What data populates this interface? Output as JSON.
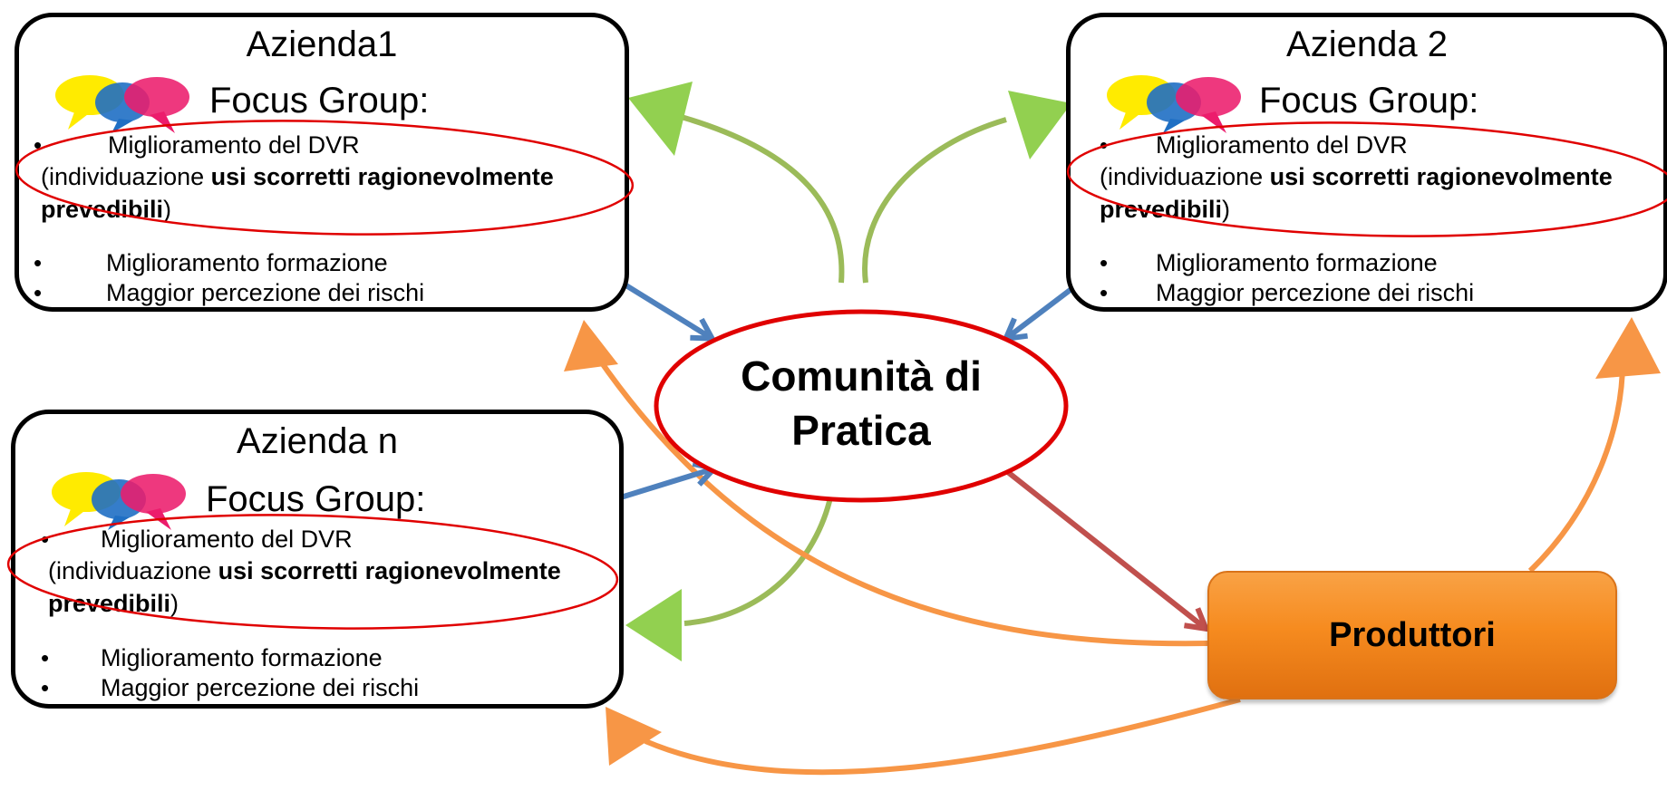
{
  "colors": {
    "blue_arrow": "#4f81bd",
    "green_arrow": "#9bbb59",
    "green_head": "#92d050",
    "orange_arrow": "#f79646",
    "red_arrow": "#c0504d",
    "highlight_ellipse": "#e00000",
    "producers_fill": "#f68b1f"
  },
  "company_boxes": [
    {
      "title": "Azienda1",
      "focus_group": "Focus Group:",
      "dvr_bullet": "Miglioramento del DVR",
      "dvr_detail_pre": "(individuazione ",
      "dvr_detail_bold_1": "usi scorretti ragionevolmente",
      "dvr_detail_bold_2": "prevedibili",
      "dvr_detail_post": ")",
      "training": "Miglioramento formazione",
      "risk": "Maggior percezione dei rischi"
    },
    {
      "title": "Azienda 2",
      "focus_group": "Focus Group:",
      "dvr_bullet": "Miglioramento del DVR",
      "dvr_detail_pre": "(individuazione ",
      "dvr_detail_bold_1": "usi scorretti ragionevolmente",
      "dvr_detail_bold_2": "prevedibili",
      "dvr_detail_post": ")",
      "training": "Miglioramento formazione",
      "risk": "Maggior percezione dei rischi"
    },
    {
      "title": "Azienda n",
      "focus_group": "Focus Group:",
      "dvr_bullet": "Miglioramento del DVR",
      "dvr_detail_pre": "(individuazione ",
      "dvr_detail_bold_1": "usi scorretti ragionevolmente",
      "dvr_detail_bold_2": "prevedibili",
      "dvr_detail_post": ")",
      "training": "Miglioramento formazione",
      "risk": "Maggior percezione dei rischi"
    }
  ],
  "bullet_char": "•",
  "community": {
    "line1": "Comunità di",
    "line2": "Pratica"
  },
  "producers": {
    "label": "Produttori"
  }
}
